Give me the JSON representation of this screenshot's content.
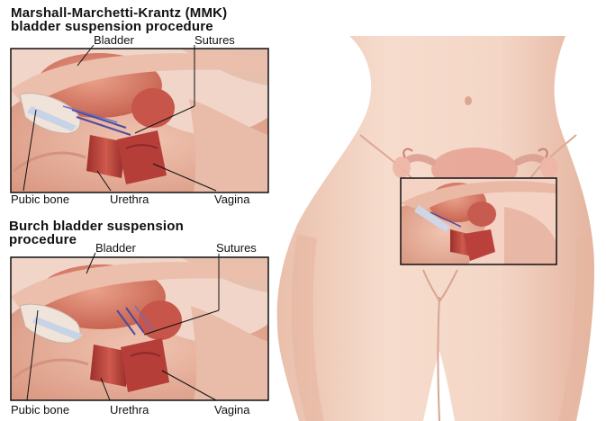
{
  "panel_top": {
    "title_line1": "Marshall-Marchetti-Krantz (MMK)",
    "title_line2": "bladder suspension procedure",
    "labels": {
      "bladder": "Bladder",
      "sutures": "Sutures",
      "pubic_bone": "Pubic bone",
      "urethra": "Urethra",
      "vagina": "Vagina"
    }
  },
  "panel_bottom": {
    "title_line1": "Burch bladder suspension",
    "title_line2": "procedure",
    "labels": {
      "bladder": "Bladder",
      "sutures": "Sutures",
      "pubic_bone": "Pubic bone",
      "urethra": "Urethra",
      "vagina": "Vagina"
    }
  },
  "colors": {
    "skin": "#f3d3c3",
    "skin_shadow": "#e6b7a3",
    "tissue": "#e8b09a",
    "bladder": "#d9826c",
    "organ_dark": "#b8463f",
    "bone": "#f1ddd0",
    "suture": "#4b4aa0",
    "frame": "#111111"
  }
}
